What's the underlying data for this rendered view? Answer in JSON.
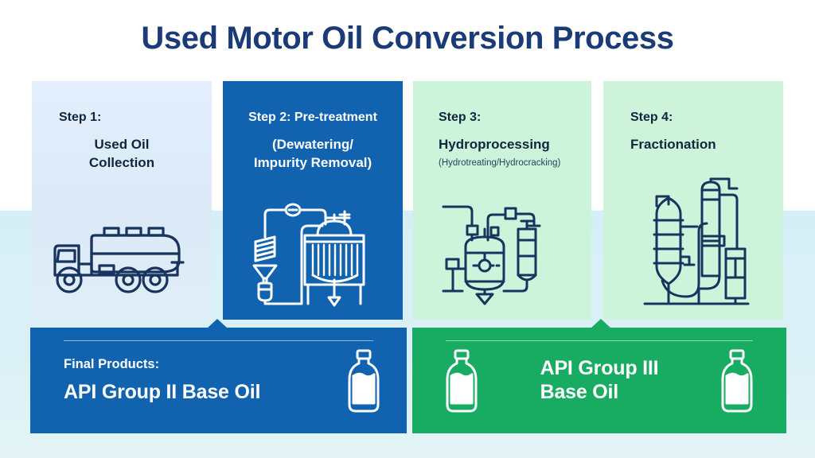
{
  "page": {
    "title": "Used Motor Oil Conversion Process",
    "background_top": "#ffffff",
    "background_band": "#d6eff7"
  },
  "steps": [
    {
      "id": "step-1",
      "label": "Step 1:",
      "title": "Used Oil\nCollection",
      "title_lines": [
        "Used Oil",
        "Collection"
      ],
      "subtitle": "",
      "icon": "tanker-truck-icon",
      "card_color": "#e0ecf9",
      "text_color": "#10263f"
    },
    {
      "id": "step-2",
      "label": "Step 2: Pre-treatment",
      "title": "(Dewatering/\nImpurity Removal)",
      "title_lines": [
        "(Dewatering/",
        "Impurity Removal)"
      ],
      "subtitle": "",
      "icon": "dewatering-vessel-icon",
      "card_color": "#1163b0",
      "text_color": "#ffffff"
    },
    {
      "id": "step-3",
      "label": "Step 3:",
      "title": "Hydroprocessing",
      "title_lines": [
        "Hydroprocessing"
      ],
      "subtitle": "(Hydrotreating/Hydrocracking)",
      "icon": "hydroprocessing-reactor-icon",
      "card_color": "#cbf4da",
      "text_color": "#10263f"
    },
    {
      "id": "step-4",
      "label": "Step 4:",
      "title": "Fractionation",
      "title_lines": [
        "Fractionation"
      ],
      "subtitle": "",
      "icon": "fractionation-column-icon",
      "card_color": "#cdf4db",
      "text_color": "#10263f"
    }
  ],
  "products": [
    {
      "id": "product-group-ii",
      "kicker": "Final Products:",
      "name": "API Group II Base Oil",
      "name_lines": [
        "API Group II Base Oil"
      ],
      "bar_color": "#1163b0",
      "icon": "oil-bottle-icon",
      "icon_count": 1
    },
    {
      "id": "product-group-iii",
      "kicker": "",
      "name": "API Group III Base Oil",
      "name_lines": [
        "API Group III",
        "Base Oil"
      ],
      "bar_color": "#17ac61",
      "icon": "oil-bottle-icon",
      "icon_count": 2
    }
  ]
}
